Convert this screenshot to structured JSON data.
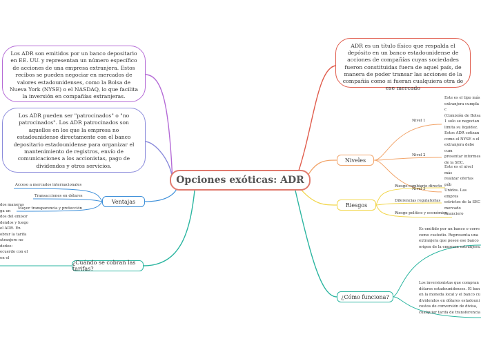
{
  "central": "Opciones exóticas: ADR",
  "left_boxes": [
    "Los ADR son emitidos por un banco depositario en EE. UU. y representan un número específico de acciones de una empresa extranjera. Estos recibos se pueden negociar en mercados de valores estadounidenses, como la Bolsa de Nueva York (NYSE) o el NASDAQ, lo que facilita la inversión en compañías extranjeras.",
    "Los ADR pueden ser \"patrocinados\" o \"no patrocinados\". Los ADR patrocinados son aquellos en los que la empresa no estadounidense directamente con el banco depositario estadounidense para organizar el mantenimiento de registros, envío de comunicaciones a los accionistas, pago de dividendos y otros servicios."
  ],
  "ventajas": {
    "label": "Ventajas",
    "items": [
      "Acceso a mercados internacionales",
      "Transacciones en dólares",
      "Mayor transparencia y protección"
    ]
  },
  "tarifas": {
    "label": "¿Cuándo se cobran las tarifas?",
    "text": "dos maneras\nga un\ndos del emisor\ndendos y luego\nel ADR. En\nobrar la tarifa\nxtranjero no\ndedeo:\necuerdo con el\n en el"
  },
  "definition_box": "ADR es un título físico que respalda el depósito en un banco estadounidense de acciones de compañías cuyas sociedades fueron constituidas fuera de aquel país, de manera de poder transar las acciones de la compañía como si fueran cualquiera otra de ese mercado",
  "niveles": {
    "label": "Niveles",
    "items": [
      {
        "label": "Nivel 1",
        "text": "Este es el tipo más\nextranjera cumpla c\n(Comisión de Bolsa\n1 solo se negocian\nlimita su liquidez."
      },
      {
        "label": "Nivel 2",
        "text": "Estos ADR cotizan\ncomo el NYSE o el\nextranjera debe cum\npresentar informes\nde la SEC."
      },
      {
        "label": "Nivel 3",
        "text": "Este es el nivel más\nrealizar ofertas púb\nUnidos. Las empres\nestrictos de la SEC\nmercado financiero"
      }
    ]
  },
  "riesgos": {
    "label": "Riesgos",
    "items": [
      "Riesgo cambiario directo",
      "Diferencias regulatorias",
      "Riesgo político y económico"
    ]
  },
  "como": {
    "label": "¿Cómo funciona?",
    "items": [
      "Es emitido por un banco o corre\ncomo custodio. Representa una\nextranjera que posee ese banco\norigen de la empresa extranjera.",
      "Los inversionistas que compran\ndólares estadounidenses. El ban\nen la moneda local y el banco cu\ndividendos en dólares estadouni\ncostos de conversión de divisa,\ncualquier tarifa de transferencia"
    ]
  },
  "colors": {
    "central_border": "#e07a6e",
    "purple": "#b46ad6",
    "blue": "#3d8fd9",
    "teal": "#2bb5a0",
    "red": "#e05c4c",
    "orange": "#f2a56b",
    "yellow": "#f2d64b"
  }
}
